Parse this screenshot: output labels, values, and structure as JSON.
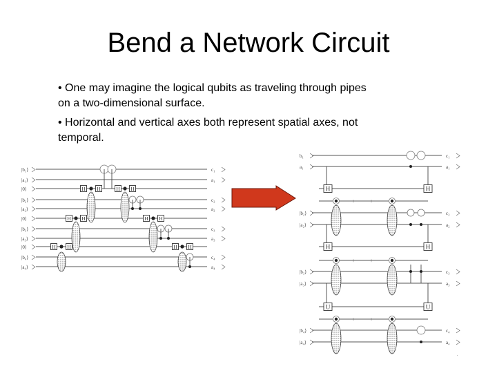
{
  "slide": {
    "title": "Bend a Network Circuit",
    "bullets": [
      "• One may imagine the logical qubits as traveling through pipes on a two-dimensional surface.",
      "• Horizontal and vertical axes both represent spatial axes, not temporal."
    ]
  },
  "left_circuit": {
    "left_labels": [
      "|b₁⟩",
      "|a₁⟩",
      "|0⟩",
      "|b₂⟩",
      "|a₂⟩",
      "|0⟩",
      "|b₃⟩",
      "|a₃⟩",
      "|0⟩",
      "|b₄⟩",
      "|a₄⟩"
    ],
    "right_labels": [
      "c₁",
      "a₁",
      "",
      "c₂",
      "a₂",
      "",
      "c₃",
      "a₃",
      "",
      "c₄",
      "a₄"
    ],
    "gate_label": "H"
  },
  "arrow": {
    "color": "#d0381c"
  },
  "right_circuit": {
    "left_labels": [
      "b₁",
      "a₁",
      "|b₂⟩",
      "|a₂⟩",
      "|b₃⟩",
      "|a₃⟩",
      "|b₄⟩",
      "|a₄⟩"
    ],
    "right_labels": [
      "c₁",
      "a₁",
      "c₂",
      "a₂",
      "c₃",
      "a₃",
      "c₄",
      "a₄"
    ],
    "gate_label": "H",
    "gate_label_alt": "U"
  }
}
